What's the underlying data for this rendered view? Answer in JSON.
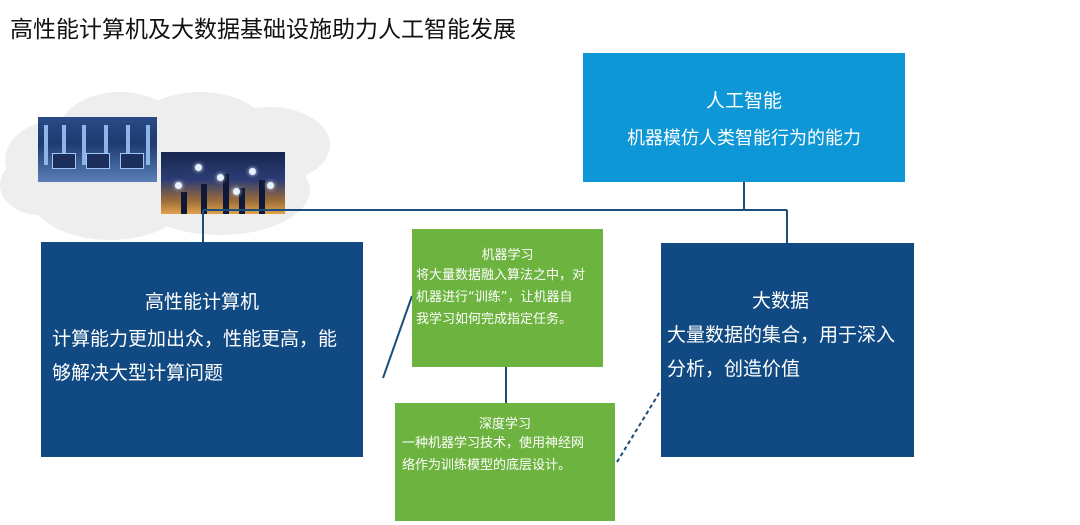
{
  "title": "高性能计算机及大数据基础设施助力人工智能发展",
  "ai": {
    "heading": "人工智能",
    "body": "机器模仿人类智能行为的能力"
  },
  "hpc": {
    "heading": "高性能计算机",
    "body_lines": [
      "计算能力更加出众，性能更高，能",
      "够解决大型计算问题"
    ]
  },
  "bigdata": {
    "heading": "大数据",
    "body_lines": [
      "大量数据的集合，用于深入",
      "分析，创造价值"
    ]
  },
  "ml": {
    "heading": "机器学习",
    "body_lines": [
      "将大量数据融入算法之中，对",
      "机器进行“训练”，让机器自",
      "我学习如何完成指定任务。"
    ]
  },
  "dl": {
    "heading": "深度学习",
    "body_lines": [
      "一种机器学习技术，使用神经网",
      "络作为训练模型的底层设计。"
    ]
  },
  "colors": {
    "ai_box": "#0d97d6",
    "navy_box": "#114a83",
    "green_box": "#6db33f",
    "connector": "#1a4f7c"
  },
  "images": [
    "server-room-photo",
    "smart-city-photo",
    "cloud-shape"
  ]
}
